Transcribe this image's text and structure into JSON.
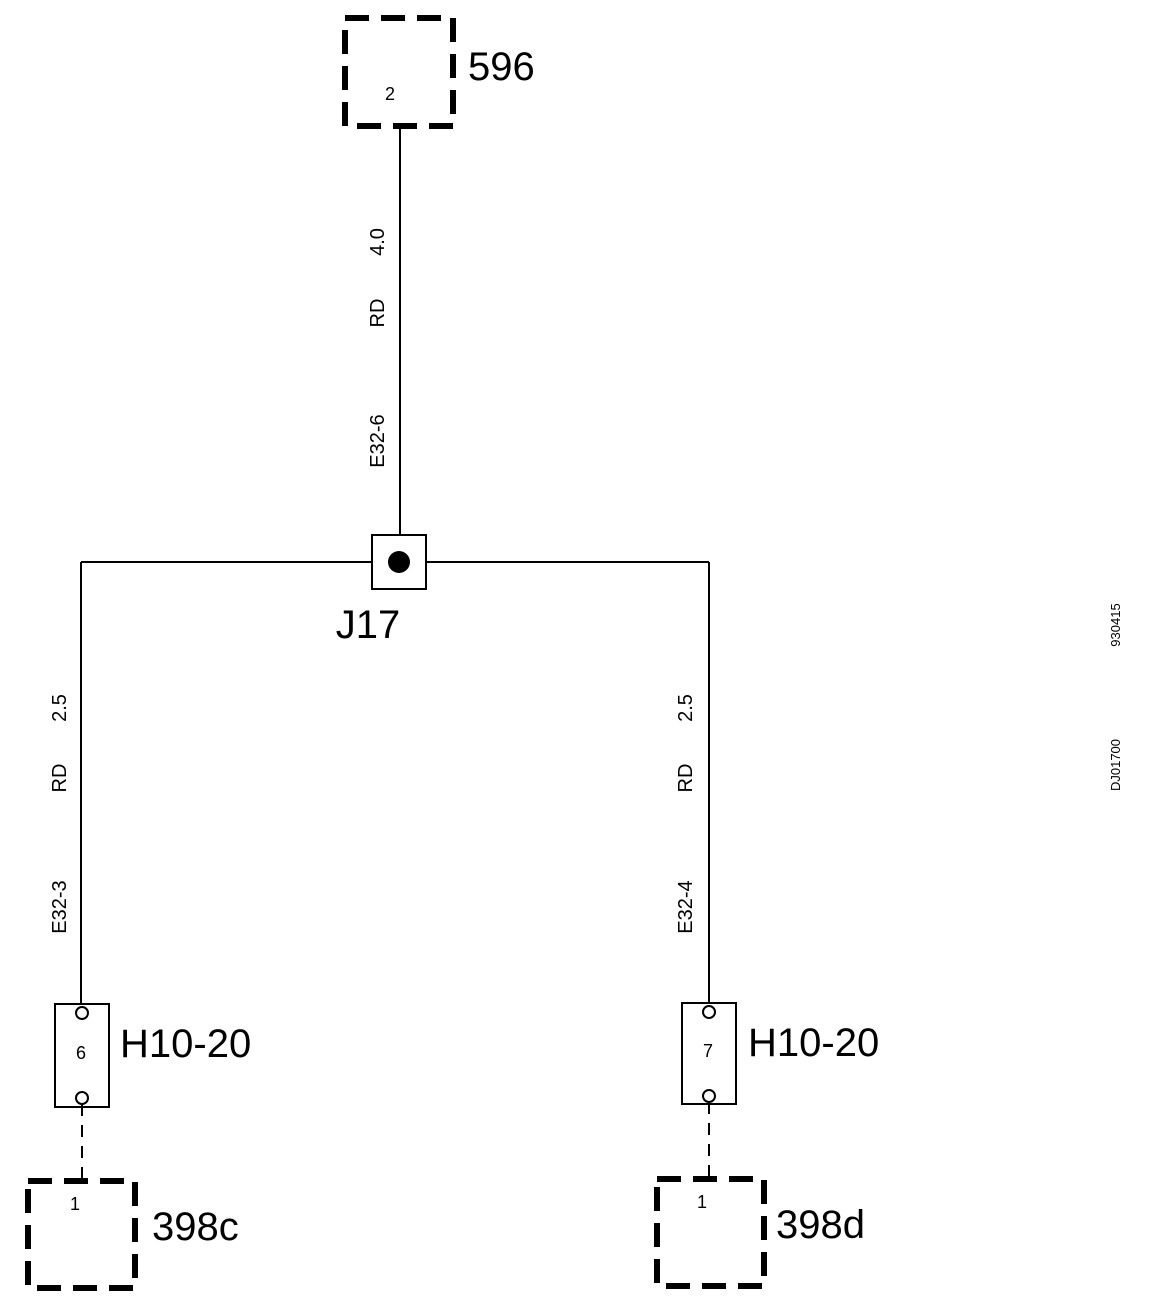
{
  "components": {
    "top": {
      "label": "596",
      "pin": "2"
    },
    "junction": {
      "label": "J17"
    },
    "left_connector": {
      "label": "H10-20",
      "pin": "6"
    },
    "right_connector": {
      "label": "H10-20",
      "pin": "7"
    },
    "bottom_left": {
      "label": "398c",
      "pin": "1"
    },
    "bottom_right": {
      "label": "398d",
      "pin": "1"
    }
  },
  "wires": {
    "top": {
      "size": "4.0",
      "color": "RD",
      "id": "E32-6"
    },
    "left": {
      "size": "2.5",
      "color": "RD",
      "id": "E32-3"
    },
    "right": {
      "size": "2.5",
      "color": "RD",
      "id": "E32-4"
    }
  },
  "side_codes": {
    "date": "930415",
    "doc": "DJ01700"
  }
}
